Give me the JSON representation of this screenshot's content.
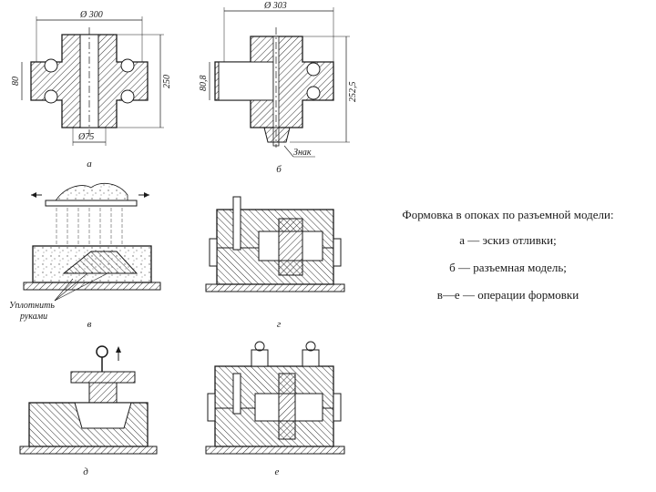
{
  "dims": {
    "d300": "Ø 300",
    "d303": "Ø 303",
    "h80": "80",
    "h250": "250",
    "d75": "Ø75",
    "h80_8": "80,8",
    "h252_5": "252,5",
    "znak": "Знак"
  },
  "callout": {
    "line1": "Уплотнить",
    "line2": "руками"
  },
  "captions": {
    "a": "а",
    "b": "б",
    "v": "в",
    "g": "г",
    "d": "д",
    "e": "е"
  },
  "legend": {
    "title": "Формовка в опоках по разъемной модели:",
    "item_a": "а — эскиз отливки;",
    "item_b": "б — разъемная модель;",
    "item_v": "в—е — операции формовки"
  },
  "colors": {
    "line": "#1a1a1a",
    "hatch": "#333333",
    "sand": "#8a8a8a",
    "paper": "#ffffff"
  }
}
